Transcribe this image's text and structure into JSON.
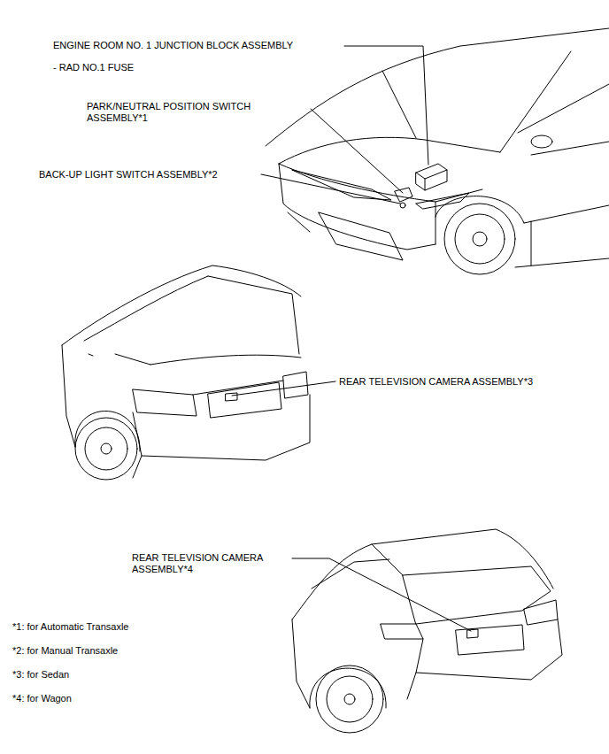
{
  "diagram": {
    "labels": [
      "ENGINE ROOM NO. 1 JUNCTION BLOCK ASSEMBLY",
      "- RAD NO.1 FUSE",
      "PARK/NEUTRAL POSITION SWITCH ASSEMBLY*1",
      "BACK-UP LIGHT SWITCH ASSEMBLY*2",
      "REAR TELEVISION CAMERA ASSEMBLY*3",
      "REAR TELEVISION CAMERA ASSEMBLY*4",
      "*1: for Automatic Transaxle",
      "*2: for Manual Transaxle",
      "*3: for Sedan",
      "*4: for Wagon"
    ]
  }
}
